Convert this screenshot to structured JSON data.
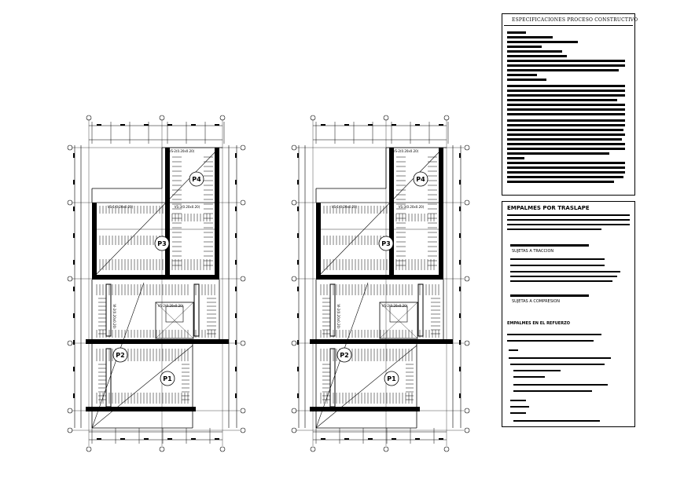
{
  "plans": {
    "column_tags": [
      "P4",
      "P3",
      "P2",
      "P1"
    ],
    "beam_labels": [
      "VS-2(0.20x0.20)",
      "VS-3(0.20x0.20)",
      "VS-1(0.20x0.20)",
      "VS-2(0.20x0.20)",
      "VI-2(0.20x0.20)"
    ]
  },
  "spec_panel": {
    "title": "ESPECIFICACIONES PROCESO CONSTRUCTIVO"
  },
  "splice_panel": {
    "title": "EMPALMES POR TRASLAPE",
    "subtitle_traction": "SUJETAS A TRACCION",
    "subtitle_compression": "SUJETAS A COMPRESION",
    "title_refuerzo": "EMPALMES EN EL REFUERZO"
  }
}
